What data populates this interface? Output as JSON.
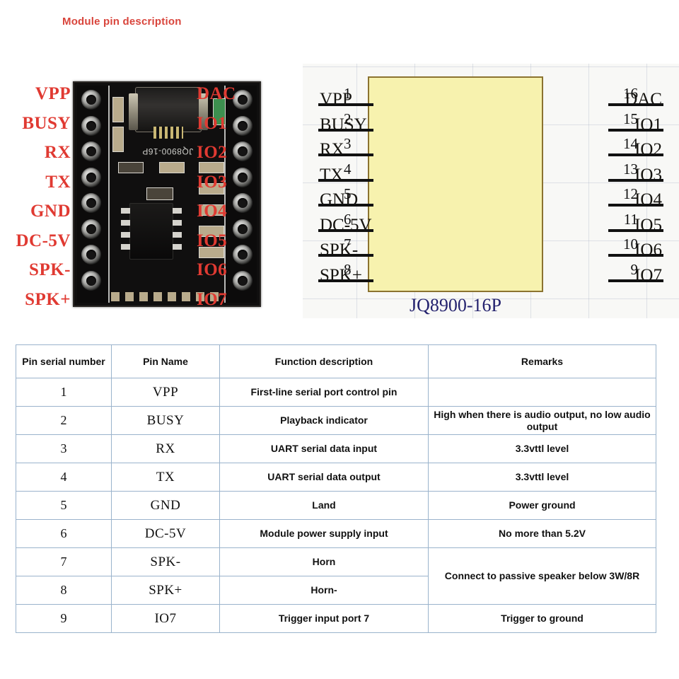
{
  "title": "Module pin description",
  "accent_color": "#d9453c",
  "photo": {
    "silkscreen": "JQ8900-16P",
    "left_labels": [
      "VPP",
      "BUSY",
      "RX",
      "TX",
      "GND",
      "DC-5V",
      "SPK-",
      "SPK+"
    ],
    "right_labels": [
      "DAC",
      "IO1",
      "IO2",
      "IO3",
      "IO4",
      "IO5",
      "IO6",
      "IO7"
    ]
  },
  "schematic": {
    "part_name": "JQ8900-16P",
    "box_color": "#f7f2ae",
    "left_pins": [
      {
        "num": "1",
        "name": "VPP"
      },
      {
        "num": "2",
        "name": "BUSY"
      },
      {
        "num": "3",
        "name": "RX"
      },
      {
        "num": "4",
        "name": "TX"
      },
      {
        "num": "5",
        "name": "GND"
      },
      {
        "num": "6",
        "name": "DC-5V"
      },
      {
        "num": "7",
        "name": "SPK-"
      },
      {
        "num": "8",
        "name": "SPK+"
      }
    ],
    "right_pins": [
      {
        "num": "16",
        "name": "DAC"
      },
      {
        "num": "15",
        "name": "IO1"
      },
      {
        "num": "14",
        "name": "IO2"
      },
      {
        "num": "13",
        "name": "IO3"
      },
      {
        "num": "12",
        "name": "IO4"
      },
      {
        "num": "11",
        "name": "IO5"
      },
      {
        "num": "10",
        "name": "IO6"
      },
      {
        "num": "9",
        "name": "IO7"
      }
    ]
  },
  "table": {
    "headers": [
      "Pin serial number",
      "Pin Name",
      "Function description",
      "Remarks"
    ],
    "rows": [
      {
        "num": "1",
        "name": "VPP",
        "func": "First-line serial port control pin",
        "rem": ""
      },
      {
        "num": "2",
        "name": "BUSY",
        "func": "Playback indicator",
        "rem": "High when there is audio output, no low audio output"
      },
      {
        "num": "3",
        "name": "RX",
        "func": "UART serial data input",
        "rem": "3.3vttl level"
      },
      {
        "num": "4",
        "name": "TX",
        "func": "UART serial data output",
        "rem": "3.3vttl level"
      },
      {
        "num": "5",
        "name": "GND",
        "func": "Land",
        "rem": "Power ground"
      },
      {
        "num": "6",
        "name": "DC-5V",
        "func": "Module power supply input",
        "rem": "No more than 5.2V"
      },
      {
        "num": "7",
        "name": "SPK-",
        "func": "Horn",
        "rem": "Connect to passive speaker below 3W/8R"
      },
      {
        "num": "8",
        "name": "SPK+",
        "func": "Horn-",
        "rem": ""
      },
      {
        "num": "9",
        "name": "IO7",
        "func": "Trigger input port 7",
        "rem": "Trigger to ground"
      }
    ]
  }
}
